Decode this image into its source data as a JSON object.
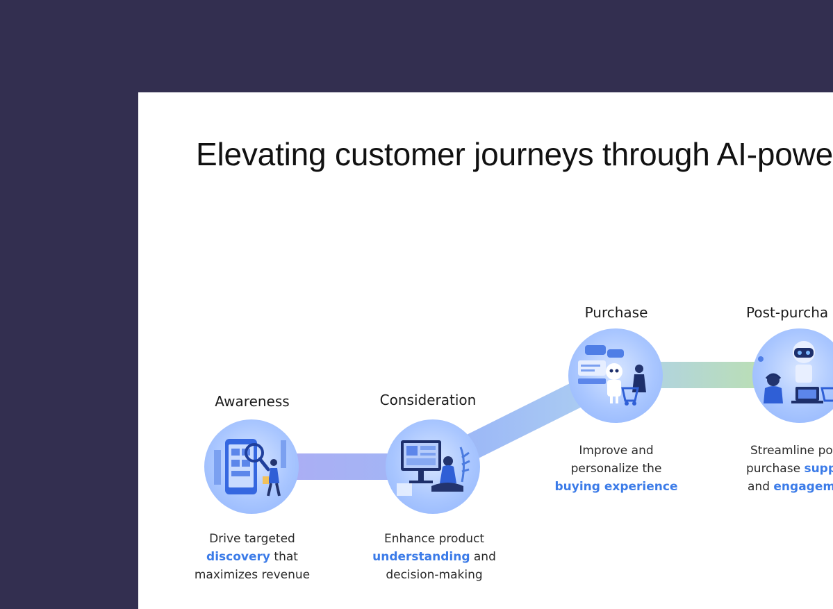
{
  "slide": {
    "title": "Elevating customer journeys through AI-powe"
  },
  "stages": [
    {
      "title": "Awareness",
      "icon": "shopping-discovery-icon",
      "desc_line1": "Drive targeted",
      "desc_line2_highlight": "discovery",
      "desc_line2_rest": " that",
      "desc_line3": "maximizes revenue"
    },
    {
      "title": "Consideration",
      "icon": "product-research-icon",
      "desc_line1": "Enhance product",
      "desc_line2_highlight": "understanding",
      "desc_line2_rest": " and",
      "desc_line3": "decision-making"
    },
    {
      "title": "Purchase",
      "icon": "chatbot-shopping-icon",
      "desc_line1": "Improve and",
      "desc_line2": "personalize the",
      "desc_line3_highlight": "buying experience"
    },
    {
      "title": "Post-purcha",
      "icon": "support-agent-icon",
      "desc_line1": "Streamline po",
      "desc_line2_plain": "purchase ",
      "desc_line2_highlight": "supp",
      "desc_line3_plain": "and ",
      "desc_line3_highlight": "engagem"
    }
  ],
  "colors": {
    "background": "#332f50",
    "slide": "#ffffff",
    "highlight": "#3b7be8",
    "path_start": "#a9a7f2",
    "path_end": "#b7ddb0"
  }
}
